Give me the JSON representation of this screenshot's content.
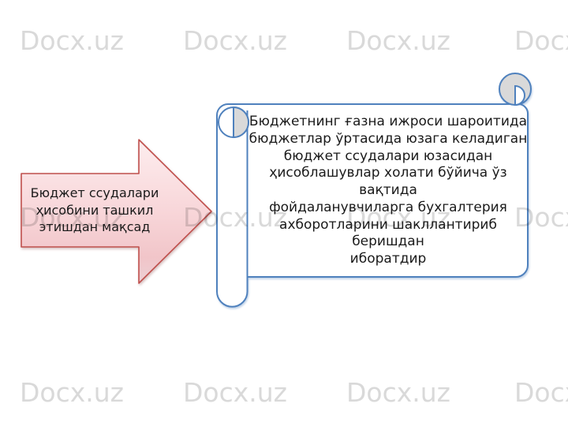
{
  "colors": {
    "scroll_stroke": "#4f81bd",
    "curl_fill": "#d9d9d9",
    "arrow_stroke": "#c0504d",
    "arrow_fill_top": "#fdedee",
    "arrow_fill_bottom": "#ecd0d5",
    "text_color": "#1a1a1a",
    "watermark": "#d9d9d9"
  },
  "arrow": {
    "text": "Бюджет ссудалари\nҳисобини ташкил\nэтишдан мақсад"
  },
  "scroll": {
    "text": "Бюджетнинг ғазна ижроси шароитида\nбюджетлар ўртасида юзага келадиган\nбюджет ссудалари юзасидан\nҳисоблашувлар холати бўйича ўз вақтида\nфойдаланувчиларга бухгалтерия\nахборотларини шакллантириб беришдан\nиборатдир"
  },
  "watermark": {
    "text": "Docx.uz",
    "font_size": 33,
    "columns_x": [
      25,
      232,
      439,
      652
    ],
    "rows_y": [
      35,
      259,
      481
    ]
  }
}
